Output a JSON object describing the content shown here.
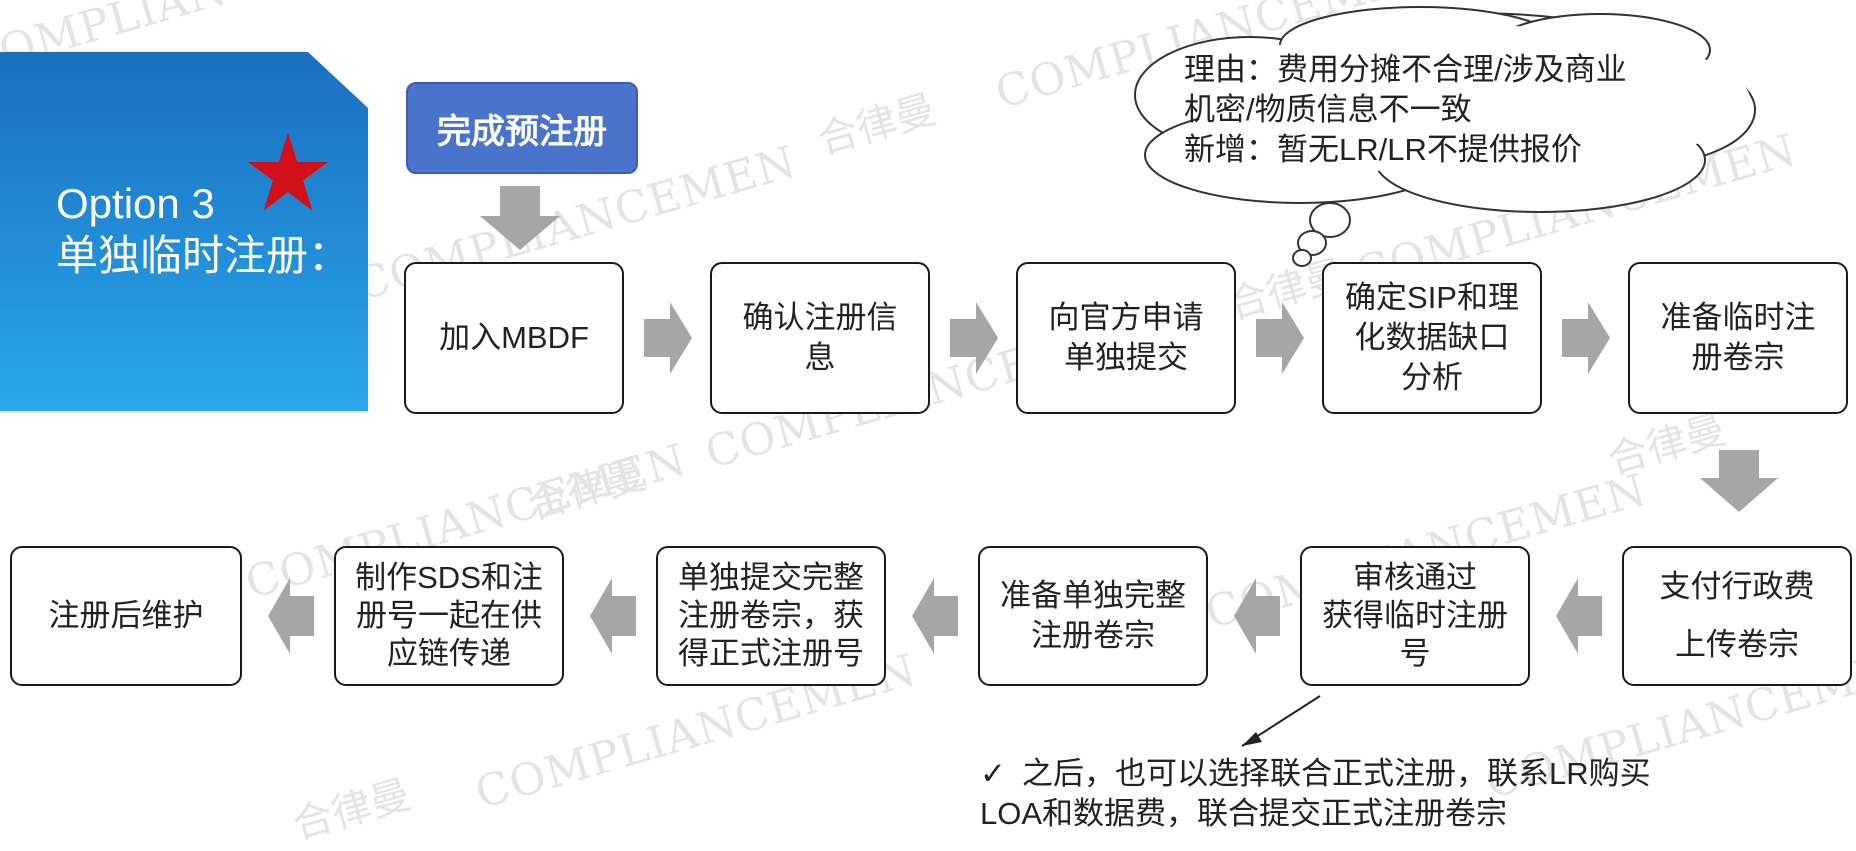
{
  "watermarks": {
    "en": "COMPLIANCEMEN",
    "cn": "合律曼"
  },
  "option": {
    "line1": "Option 3",
    "line2": "单独临时注册："
  },
  "pre_registration": {
    "label": "完成预注册"
  },
  "cloud": {
    "lines": [
      "理由：费用分摊不合理/涉及商业",
      "机密/物质信息不一致",
      "新增：暂无LR/LR不提供报价"
    ]
  },
  "steps": [
    {
      "id": "join-mbdf",
      "label": "加入MBDF"
    },
    {
      "id": "confirm-registration-info",
      "label": "确认注册信\n息"
    },
    {
      "id": "apply-separate-submission",
      "label": "向官方申请\n单独提交"
    },
    {
      "id": "sip-data-gap-analysis",
      "label": "确定SIP和理\n化数据缺口\n分析"
    },
    {
      "id": "prepare-interim-dossier",
      "label": "准备临时注\n册卷宗"
    },
    {
      "id": "pay-fee-upload",
      "label": "支付行政费\n上传卷宗"
    },
    {
      "id": "review-interim-number",
      "label": "审核通过\n获得临时注册\n号"
    },
    {
      "id": "prepare-full-dossier",
      "label": "准备单独完整\n注册卷宗"
    },
    {
      "id": "submit-full-dossier",
      "label": "单独提交完整\n注册卷宗，获\n得正式注册号"
    },
    {
      "id": "sds-supply-chain",
      "label": "制作SDS和注\n册号一起在供\n应链传递"
    },
    {
      "id": "post-registration-maintenance",
      "label": "注册后维护"
    }
  ],
  "note": {
    "check": "✓",
    "line1": "之后，也可以选择联合正式注册，联系LR购买",
    "line2": "LOA和数据费，联合提交正式注册卷宗"
  },
  "colors": {
    "option_gradient_top": "#1a6fc0",
    "option_gradient_bottom": "#2aa7ea",
    "pre_button": "#4a74cc",
    "star": "#d0111b",
    "arrow": "#a6a6a6"
  }
}
